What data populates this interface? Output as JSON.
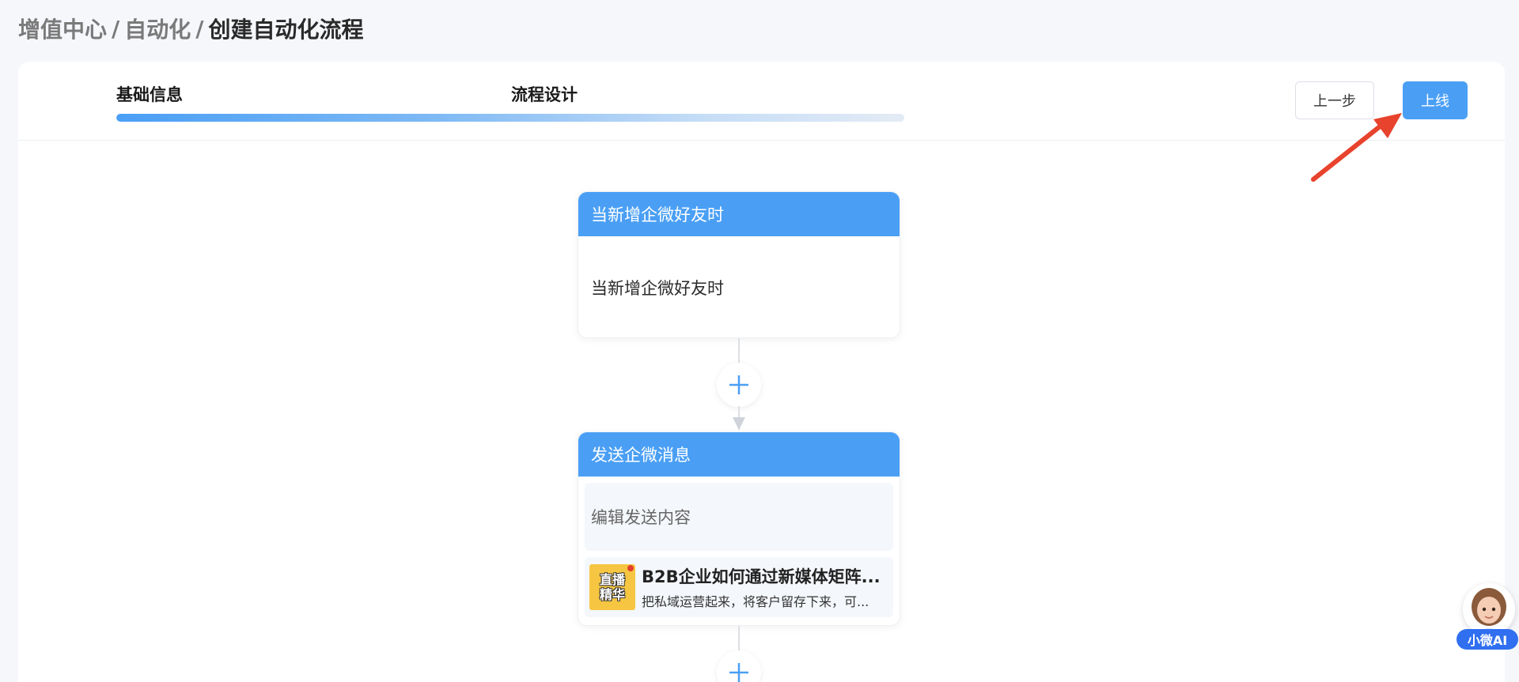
{
  "breadcrumb": {
    "item1": "增值中心",
    "sep": "/",
    "item2": "自动化",
    "item3": "创建自动化流程"
  },
  "steps": {
    "step1": "基础信息",
    "step2": "流程设计",
    "progress_percent": 100
  },
  "toolbar": {
    "prev_label": "上一步",
    "online_label": "上线"
  },
  "flow": {
    "trigger_node": {
      "title": "当新增企微好友时",
      "body": "当新增企微好友时"
    },
    "action_node": {
      "title": "发送企微消息",
      "edit_placeholder": "编辑发送内容",
      "message": {
        "title": "B2B企业如何通过新媒体矩阵...",
        "desc": "把私域运营起来，将客户留存下来，可...",
        "thumb_line1": "直播",
        "thumb_line2": "精华"
      }
    }
  },
  "assistant": {
    "label": "小微AI"
  },
  "colors": {
    "accent": "#4a9ff5",
    "annotation_arrow": "#e8432d"
  }
}
